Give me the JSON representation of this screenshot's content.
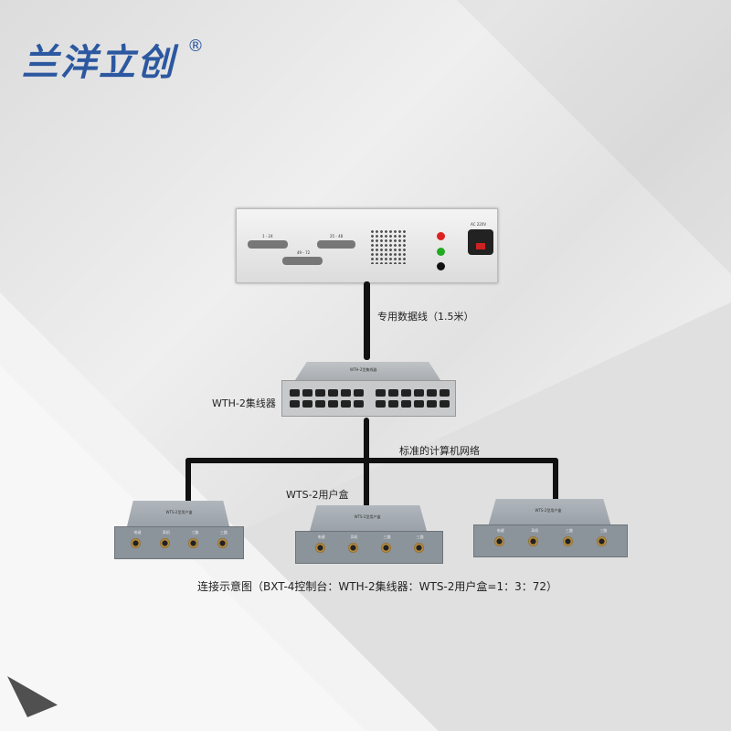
{
  "logo": {
    "text": "兰洋立创",
    "reg": "®"
  },
  "console": {
    "port_labels": [
      "1 - 24",
      "25 - 48",
      "49 - 72"
    ],
    "power_label": "AC 220V"
  },
  "labels": {
    "cable": "专用数据线（1.5米）",
    "hub": "WTH-2集线器",
    "network": "标准的计算机网络",
    "user_box": "WTS-2用户盒"
  },
  "hub": {
    "top_label": "WTH-2型集线器"
  },
  "user_box": {
    "top_label": "WTS-2型用户盒",
    "jacks": [
      "电键",
      "耳机",
      "三路",
      "三路"
    ]
  },
  "caption": "连接示意图（BXT-4控制台：WTH-2集线器：WTS-2用户盒=1：3：72）"
}
